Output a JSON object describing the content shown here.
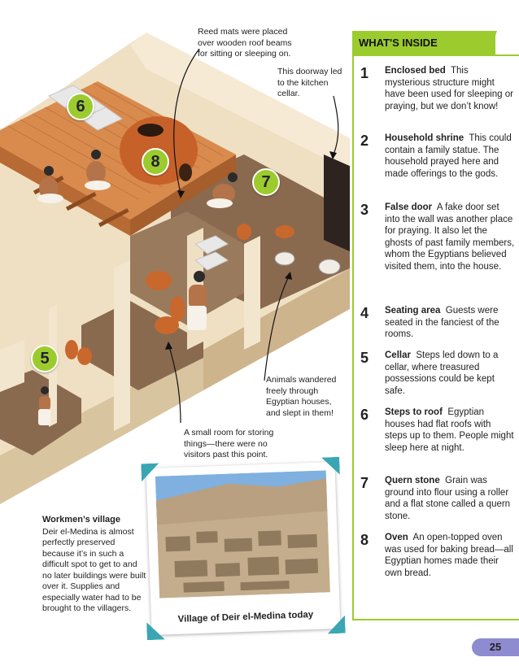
{
  "callouts": {
    "reed_mats": "Reed mats were placed over wooden roof beams for sitting or sleeping on.",
    "doorway": "This doorway led to the kitchen cellar.",
    "animals": "Animals wandered freely through Egyptian houses, and slept in them!",
    "storage_room": "A small room for storing things—there were no visitors past this point."
  },
  "badges": [
    "6",
    "8",
    "7",
    "5"
  ],
  "village": {
    "heading": "Workmen’s village",
    "text": "Deir el-Medina is almost perfectly preserved because it’s in such a difficult spot to get to and no later buildings were built over it. Supplies and especially water had to be brought to the villagers."
  },
  "photo": {
    "caption": "Village of Deir el-Medina today"
  },
  "sidebar": {
    "title": "WHAT'S INSIDE",
    "items": [
      {
        "num": "1",
        "term": "Enclosed bed",
        "desc": "This mysterious structure might have been used for sleeping or praying, but we don’t know!"
      },
      {
        "num": "2",
        "term": "Household shrine",
        "desc": "This could contain a family statue. The household prayed here and made offerings to the gods."
      },
      {
        "num": "3",
        "term": "False door",
        "desc": "A fake door set into the wall was another place for praying. It also let the ghosts of past family members, whom the Egyptians believed visited them, into the house."
      },
      {
        "num": "4",
        "term": "Seating area",
        "desc": "Guests were seated in the fanciest of the rooms."
      },
      {
        "num": "5",
        "term": "Cellar",
        "desc": "Steps led down to a cellar, where treasured possessions could be kept safe."
      },
      {
        "num": "6",
        "term": "Steps to roof",
        "desc": "Egyptian houses had flat roofs with steps up to them. People might sleep here at night."
      },
      {
        "num": "7",
        "term": "Quern stone",
        "desc": "Grain was ground into flour using a roller and a flat stone called a quern stone."
      },
      {
        "num": "8",
        "term": "Oven",
        "desc": "An open-topped oven was used for baking bread—all Egyptian homes made their own bread."
      }
    ]
  },
  "page_number": "25",
  "colors": {
    "accent_green": "#9ccb2e",
    "photo_corner": "#3aa6b3",
    "page_tab": "#8e8bd0",
    "wall": "#f3e6cf",
    "floor": "#8a6a4f",
    "roof": "#d98b4e"
  }
}
